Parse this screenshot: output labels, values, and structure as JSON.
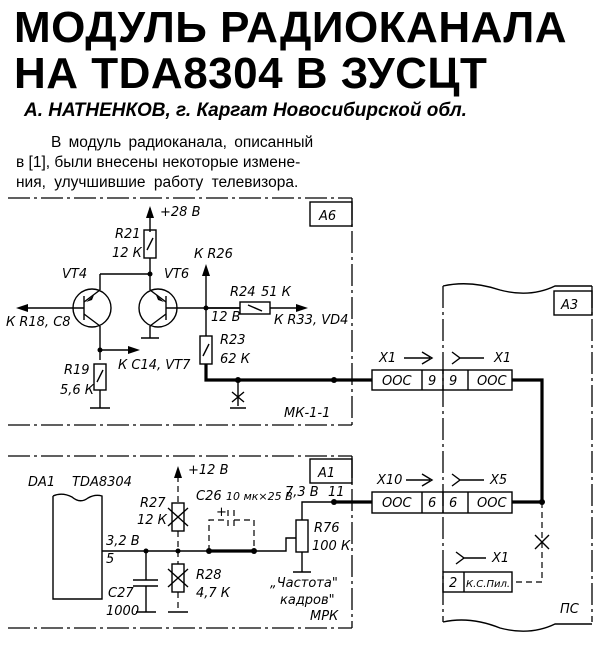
{
  "article": {
    "title_line1": "МОДУЛЬ РАДИОКАНАЛА",
    "title_line2": "НА TDA8304 В ЗУСЦТ",
    "author": "А.  НАТНЕНКОВ, г. Каргат Новосибирской обл.",
    "intro_lines": [
      "В модуль радиоканала, описанный",
      "в [1], были внесены некоторые измене-",
      "ния, улучшившие работу телевизора."
    ]
  },
  "schematic": {
    "block_a6": {
      "label": "А6",
      "sublabel": "МК-1-1",
      "supply": "+28 В",
      "r21": {
        "name": "R21",
        "value": "12 К"
      },
      "vt4": "VT4",
      "vt6": "VT6",
      "to_r18": "К R18, С8",
      "to_c14": "К С14, VT7",
      "r19": {
        "name": "R19",
        "value": "5,6 К"
      },
      "to_r26": "К R26",
      "r24": {
        "name": "R24",
        "value": "51 К"
      },
      "to_r33": "К R33, VD4",
      "node_voltage": "12 В",
      "r23": {
        "name": "R23",
        "value": "62 К"
      }
    },
    "block_a1": {
      "label": "А1",
      "sublabel": "МРК",
      "ic": {
        "name": "DA1",
        "part": "TDA8304"
      },
      "pin5_voltage": "3,2 В",
      "pin5": "5",
      "c27": {
        "name": "С27",
        "value": "1000"
      },
      "supply": "+12 В",
      "r27": {
        "name": "R27",
        "value": "12 К"
      },
      "r28": {
        "name": "R28",
        "value": "4,7 К"
      },
      "c26": {
        "name": "С26",
        "value": "10 мк×25 В",
        "polarity": "+"
      },
      "r76": {
        "name": "R76",
        "value": "100 К"
      },
      "pin11_voltage": "7,3 В",
      "pin11": "11",
      "r76_caption_line1": "„Частота\"",
      "r76_caption_line2": "кадров\""
    },
    "block_a3": {
      "label": "А3",
      "sublabel": "ПС"
    },
    "connectors": {
      "x1_left": "Х1",
      "x1_right": "Х1",
      "row1": {
        "signal_left": "ООС",
        "pin_left": "9",
        "pin_right": "9",
        "signal_right": "ООС"
      },
      "x10": "Х10",
      "x5": "Х5",
      "row2": {
        "signal_left": "ООС",
        "pin_left": "6",
        "pin_right": "6",
        "signal_right": "ООС"
      },
      "x1_bottom": "Х1",
      "row3": {
        "pin": "2",
        "signal": "К.С.Пил."
      }
    }
  }
}
